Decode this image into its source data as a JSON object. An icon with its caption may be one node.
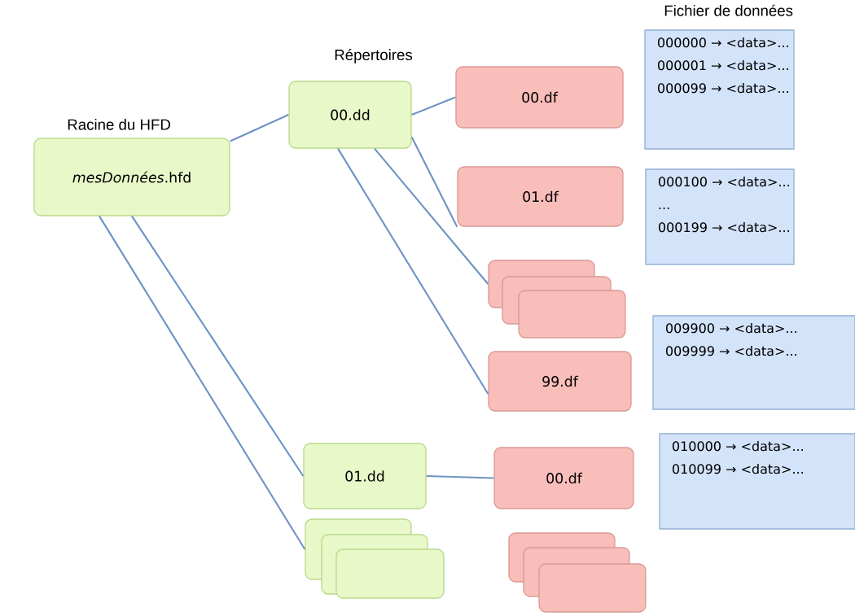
{
  "diagram": {
    "nodes": [
      {
        "text": [
          "*mesDonnées*.hfd"
        ],
        "beside": [
          "Racine du HFD"
        ]
      },
      {
        "text": [
          "00.dd"
        ]
      },
      {
        "text": [
          "00.df"
        ]
      },
      {
        "text": [
          "000000 → <data>...",
          "000001 → <data>...",
          "000099 → <data>..."
        ]
      },
      {
        "text": [
          "01.df"
        ]
      },
      {
        "text": [
          "000100 → <data>...",
          "...",
          "000199 → <data>..."
        ]
      },
      {
        "text": [],
        "shape": "box"
      },
      {
        "text": [],
        "shape": "box"
      },
      {
        "text": [],
        "shape": "box"
      },
      {
        "text": [
          "99.df"
        ]
      },
      {
        "text": [
          "009900 → <data>...",
          "009999 → <data>..."
        ]
      },
      {
        "text": [
          "01.dd"
        ]
      },
      {
        "text": [
          "00.df"
        ]
      },
      {
        "text": [
          "010000 → <data>...",
          "010099 → <data>..."
        ]
      },
      {
        "text": [],
        "shape": "box"
      },
      {
        "text": [],
        "shape": "box"
      },
      {
        "text": [],
        "shape": "box"
      },
      {
        "text": [],
        "shape": "box"
      },
      {
        "text": [],
        "shape": "box"
      },
      {
        "text": [],
        "shape": "box"
      }
    ],
    "edges": [
      {
        "from": 0,
        "to": 1,
        "arrow": "none"
      },
      {
        "from": 1,
        "to": 2,
        "arrow": "none"
      },
      {
        "from": 1,
        "to": 4,
        "arrow": "none"
      },
      {
        "from": 1,
        "to": 6,
        "arrow": "none"
      },
      {
        "from": 1,
        "to": 9,
        "arrow": "none"
      },
      {
        "from": 0,
        "to": 11,
        "arrow": "none"
      },
      {
        "from": 0,
        "to": 14,
        "arrow": "none"
      },
      {
        "from": 11,
        "to": 12,
        "arrow": "none"
      }
    ],
    "labels": [
      "Fichier de données",
      "Répertoires"
    ]
  }
}
